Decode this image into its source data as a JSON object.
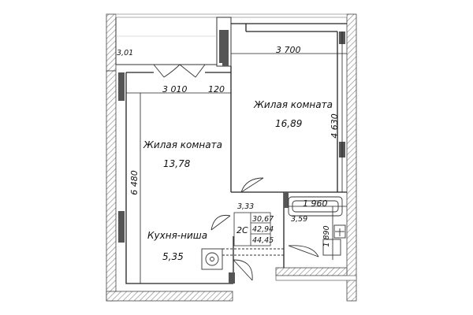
{
  "rooms": {
    "living_room_1": {
      "name": "Жилая комната",
      "area": "13,78"
    },
    "living_room_2": {
      "name": "Жилая комната",
      "area": "16,89"
    },
    "kitchen_niche": {
      "name": "Кухня-ниша",
      "area": "5,35"
    },
    "balcony": {
      "area": "3,01"
    },
    "hallway": {
      "area": "3,33"
    },
    "bathroom": {
      "area": "3,59"
    }
  },
  "dimensions": {
    "room2_width": "3 700",
    "room1_width": "3 010",
    "offset": "120",
    "room2_depth": "4 630",
    "room1_depth": "6 480",
    "bath_width": "1 960",
    "bath_depth": "1 890"
  },
  "unit_summary": {
    "apartment_type": "2С",
    "living_area": "30,67",
    "total_area": "42,94",
    "total_with_balcony": "44,45"
  }
}
